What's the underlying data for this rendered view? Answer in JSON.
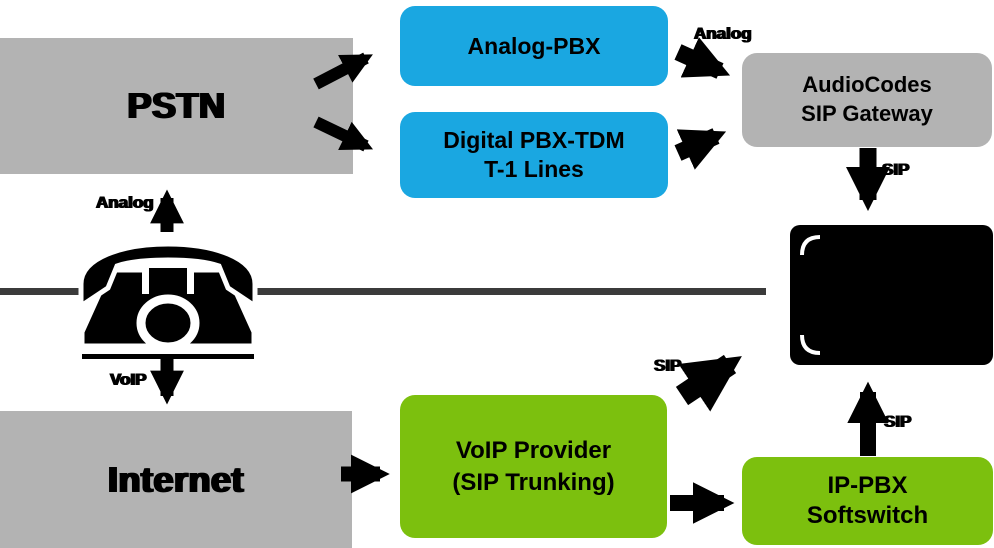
{
  "diagram_title": "PSTN / VoIP telephony connectivity diagram",
  "colors": {
    "box_gray": "#b3b3b3",
    "box_cyan": "#1aa7e1",
    "box_green": "#7cc00e",
    "divider_gray": "#3b3b3b",
    "arrow_black": "#000000"
  },
  "nodes": {
    "pstn": {
      "label": "PSTN"
    },
    "internet": {
      "label": "Internet"
    },
    "analog_pbx": {
      "label": "Analog-PBX"
    },
    "digital_pbx": {
      "line1": "Digital PBX-TDM",
      "line2": "T-1 Lines"
    },
    "audiocodes": {
      "line1": "AudioCodes",
      "line2": "SIP Gateway"
    },
    "voip_provider": {
      "line1": "VoIP Provider",
      "line2": "(SIP Trunking)"
    },
    "ip_pbx": {
      "line1": "IP-PBX",
      "line2": "Softswitch"
    }
  },
  "edge_labels": {
    "analog_pbx_to_gateway": "Analog",
    "phone_to_pstn": "Analog",
    "phone_to_internet": "VoIP",
    "gateway_to_ip_phone": "SIP",
    "voip_provider_to_ip_phone": "SIP",
    "ip_pbx_to_ip_phone": "SIP"
  },
  "icons": {
    "desk_phone": "desk-phone-icon",
    "ip_phone_device": "ip-phone-icon"
  }
}
